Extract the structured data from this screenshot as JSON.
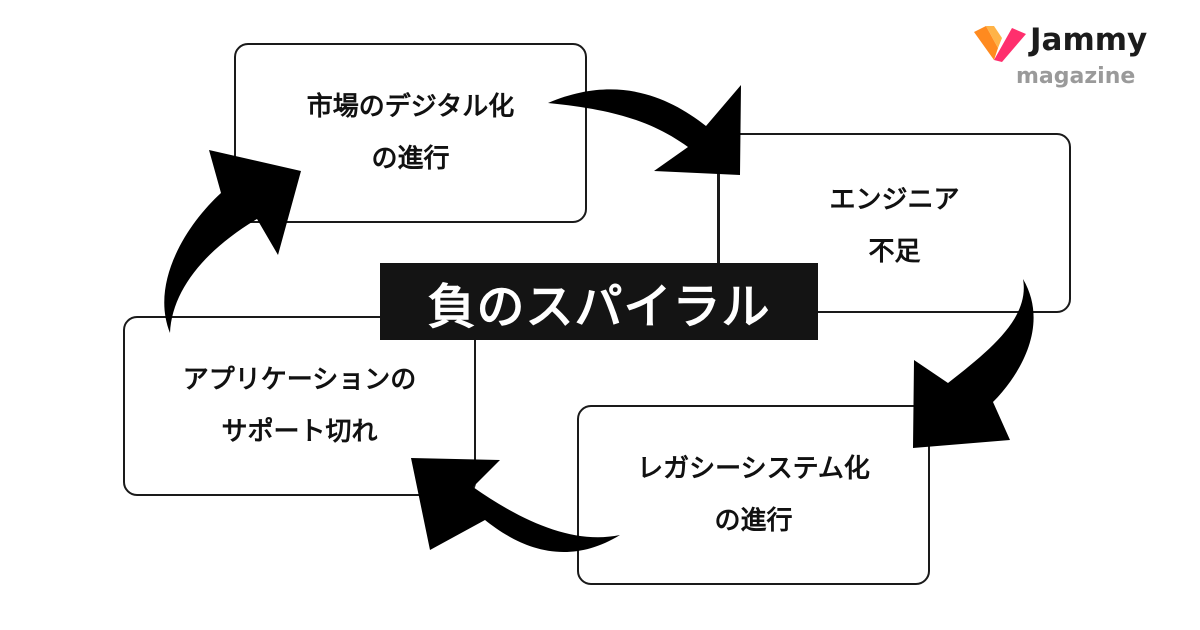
{
  "diagram": {
    "center_label": "負のスパイラル",
    "boxes": [
      {
        "id": "digital",
        "lines": [
          "市場のデジタル化",
          "の進行"
        ]
      },
      {
        "id": "engineer",
        "lines": [
          "エンジニア",
          "不足"
        ]
      },
      {
        "id": "legacy",
        "lines": [
          "レガシーシステム化",
          "の進行"
        ]
      },
      {
        "id": "support",
        "lines": [
          "アプリケーションの",
          "サポート切れ"
        ]
      }
    ],
    "flow": [
      "digital → engineer",
      "engineer → legacy",
      "legacy → support",
      "support → digital"
    ],
    "colors": {
      "ink": "#111111",
      "border": "#1a1a1a",
      "center_bg": "#141414",
      "center_text": "#ffffff"
    }
  },
  "logo": {
    "brand": "Jammy",
    "sub": "magazine",
    "mark_icon": "jammy-heart-logo",
    "colors": {
      "orange": "#ff8a1f",
      "pink": "#ff2f6d",
      "brand_text": "#1c1c1c",
      "sub_text": "#9a9a9a"
    }
  }
}
